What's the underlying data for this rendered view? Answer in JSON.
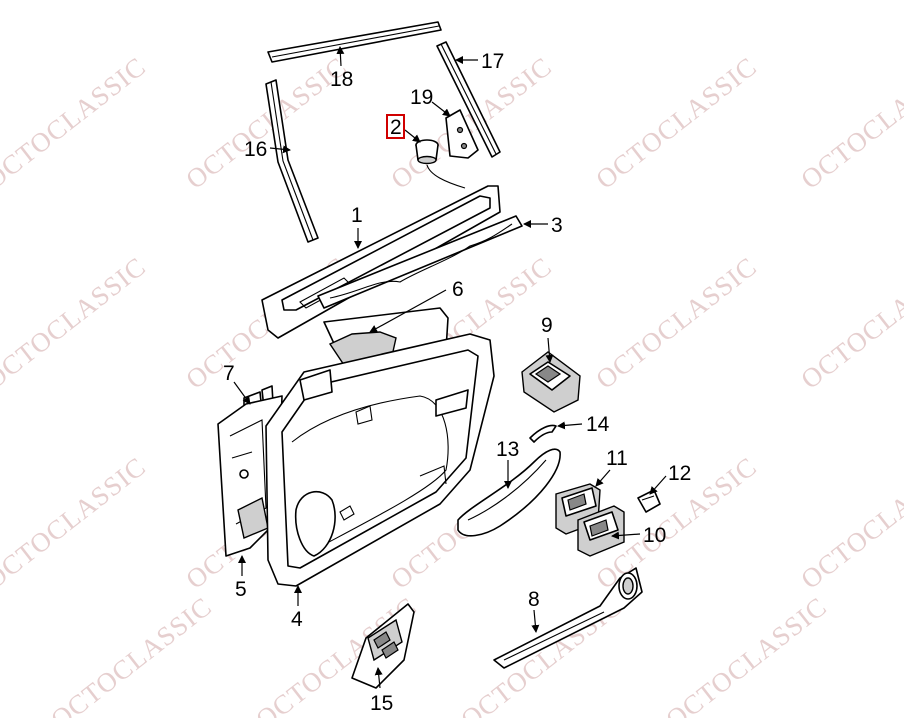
{
  "watermark": {
    "text": "OCTOCLASSIC",
    "color": "#e6cfcf"
  },
  "highlight_color": "#d00000",
  "callouts": [
    {
      "id": "c1",
      "label": "1"
    },
    {
      "id": "c2",
      "label": "2",
      "highlighted": true
    },
    {
      "id": "c3",
      "label": "3"
    },
    {
      "id": "c4",
      "label": "4"
    },
    {
      "id": "c5",
      "label": "5"
    },
    {
      "id": "c6",
      "label": "6"
    },
    {
      "id": "c7",
      "label": "7"
    },
    {
      "id": "c8",
      "label": "8"
    },
    {
      "id": "c9",
      "label": "9"
    },
    {
      "id": "c10",
      "label": "10"
    },
    {
      "id": "c11",
      "label": "11"
    },
    {
      "id": "c12",
      "label": "12"
    },
    {
      "id": "c13",
      "label": "13"
    },
    {
      "id": "c14",
      "label": "14"
    },
    {
      "id": "c15",
      "label": "15"
    },
    {
      "id": "c16",
      "label": "16"
    },
    {
      "id": "c17",
      "label": "17"
    },
    {
      "id": "c18",
      "label": "18"
    },
    {
      "id": "c19",
      "label": "19"
    }
  ]
}
